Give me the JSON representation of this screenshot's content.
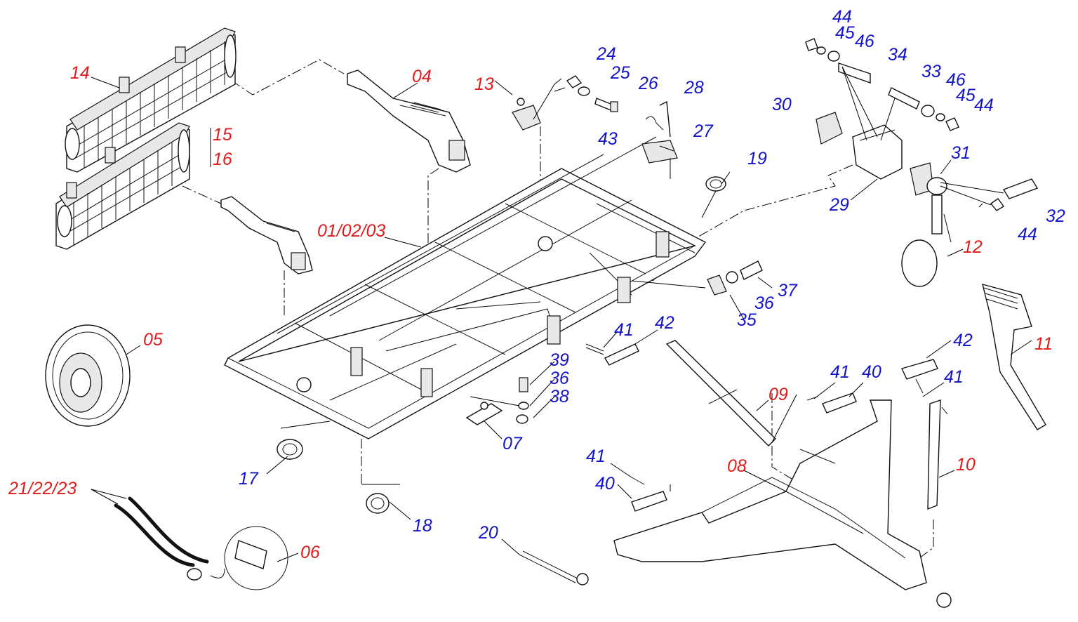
{
  "colors": {
    "part_number_red": "#e01b1b",
    "part_number_blue": "#1414c8",
    "line": "#000000"
  },
  "labels": {
    "p01_02_03": "01/02/03",
    "p04": "04",
    "p05": "05",
    "p06": "06",
    "p07": "07",
    "p08": "08",
    "p09": "09",
    "p10": "10",
    "p11": "11",
    "p12": "12",
    "p13": "13",
    "p14": "14",
    "p15": "15",
    "p16": "16",
    "p17": "17",
    "p18": "18",
    "p19": "19",
    "p20": "20",
    "p21_22_23": "21/22/23",
    "p24": "24",
    "p25": "25",
    "p26": "26",
    "p27": "27",
    "p28": "28",
    "p29": "29",
    "p30": "30",
    "p31": "31",
    "p32": "32",
    "p33": "33",
    "p34": "34",
    "p35": "35",
    "p36a": "36",
    "p36b": "36",
    "p37": "37",
    "p38": "38",
    "p39": "39",
    "p40a": "40",
    "p40b": "40",
    "p41a": "41",
    "p41b": "41",
    "p41c": "41",
    "p41d": "41",
    "p42a": "42",
    "p42b": "42",
    "p43": "43",
    "p44a": "44",
    "p44b": "44",
    "p44c": "44",
    "p45a": "45",
    "p45b": "45",
    "p46a": "46",
    "p46b": "46"
  }
}
